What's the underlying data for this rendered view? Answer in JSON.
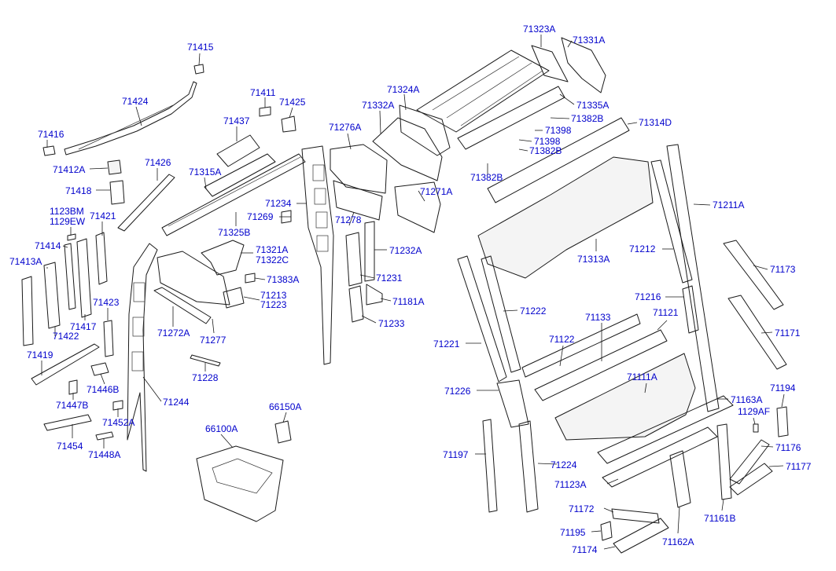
{
  "colors": {
    "label": "#0000cc",
    "line": "#1a1a1a",
    "background": "#ffffff"
  },
  "part_numbers": [
    "71415",
    "71424",
    "71416",
    "71412A",
    "71418",
    "71426",
    "1123BM",
    "1129EW",
    "71421",
    "71414",
    "71413A",
    "71423",
    "71417",
    "71422",
    "71419",
    "71446B",
    "71447B",
    "71452A",
    "71454",
    "71448A",
    "71411",
    "71425",
    "71437",
    "71315A",
    "71325B",
    "71234",
    "71269",
    "71321A",
    "71322C",
    "71383A",
    "71213",
    "71223",
    "71272A",
    "71277",
    "71228",
    "71244",
    "66150A",
    "66100A",
    "71276A",
    "71278",
    "71232A",
    "71231",
    "71181A",
    "71233",
    "71324A",
    "71332A",
    "71271A",
    "71323A",
    "71331A",
    "71335A",
    "71382B_1",
    "71398_1",
    "71398_2",
    "71382B_2",
    "71382B_3",
    "71314D",
    "71211A",
    "71313A",
    "71212",
    "71173",
    "71216",
    "71121",
    "71133",
    "71122",
    "71222",
    "71221",
    "71171",
    "71226",
    "71111A",
    "71163A",
    "71194",
    "1129AF",
    "71197",
    "71224",
    "71123A",
    "71176",
    "71177",
    "71172",
    "71161B",
    "71195",
    "71174",
    "71162A"
  ],
  "labels": {
    "71415": "71415",
    "71424": "71424",
    "71416": "71416",
    "71412A": "71412A",
    "71418": "71418",
    "71426": "71426",
    "1123BM": "1123BM",
    "1129EW": "1129EW",
    "71421": "71421",
    "71414": "71414",
    "71413A": "71413A",
    "71423": "71423",
    "71417": "71417",
    "71422": "71422",
    "71419": "71419",
    "71446B": "71446B",
    "71447B": "71447B",
    "71452A": "71452A",
    "71454": "71454",
    "71448A": "71448A",
    "71411": "71411",
    "71425": "71425",
    "71437": "71437",
    "71315A": "71315A",
    "71325B": "71325B",
    "71234": "71234",
    "71269": "71269",
    "71321A": "71321A",
    "71322C": "71322C",
    "71383A": "71383A",
    "71213": "71213",
    "71223": "71223",
    "71272A": "71272A",
    "71277": "71277",
    "71228": "71228",
    "71244": "71244",
    "66150A": "66150A",
    "66100A": "66100A",
    "71276A": "71276A",
    "71278": "71278",
    "71232A": "71232A",
    "71231": "71231",
    "71181A": "71181A",
    "71233": "71233",
    "71324A": "71324A",
    "71332A": "71332A",
    "71271A": "71271A",
    "71323A": "71323A",
    "71331A": "71331A",
    "71335A": "71335A",
    "71382B_1": "71382B",
    "71398_1": "71398",
    "71398_2": "71398",
    "71382B_2": "71382B",
    "71382B_3": "71382B",
    "71314D": "71314D",
    "71211A": "71211A",
    "71313A": "71313A",
    "71212": "71212",
    "71173": "71173",
    "71216": "71216",
    "71121": "71121",
    "71133": "71133",
    "71122": "71122",
    "71222": "71222",
    "71221": "71221",
    "71171": "71171",
    "71226": "71226",
    "71111A": "71111A",
    "71163A": "71163A",
    "71194": "71194",
    "1129AF": "1129AF",
    "71197": "71197",
    "71224": "71224",
    "71123A": "71123A",
    "71176": "71176",
    "71177": "71177",
    "71172": "71172",
    "71161B": "71161B",
    "71195": "71195",
    "71174": "71174",
    "71162A": "71162A"
  }
}
